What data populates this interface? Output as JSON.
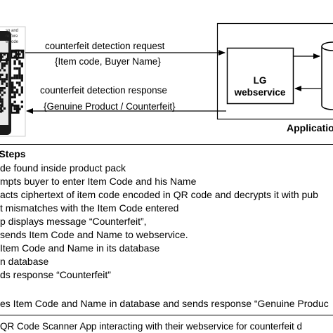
{
  "diagram": {
    "request_label": "counterfeit detection request",
    "request_params": "{Item code, Buyer Name}",
    "response_label": "counterfeit detection response",
    "response_params": "{Genuine Product / Counterfeit}",
    "webservice_line1": "LG",
    "webservice_line2": "webservice",
    "server_label": "Applicatio",
    "pack_label_fragments": [
      "sp and",
      "re fore",
      "e code"
    ]
  },
  "steps": {
    "title": "n Steps",
    "items": [
      "de found inside product pack",
      "mpts buyer to enter Item Code and his Name",
      "acts ciphertext of item code encoded in QR code and decrypts it with pub",
      "t mismatches with the Item Code entered",
      "p displays message “Counterfeit”,",
      "sends Item Code and Name to webservice.",
      " Item Code and Name in its database",
      "n database",
      "ds response “Counterfeit”",
      "",
      "es Item Code and Name in database and sends response “Genuine Produc"
    ]
  },
  "caption": "QR Code Scanner App interacting with their webservice for counterfeit d"
}
